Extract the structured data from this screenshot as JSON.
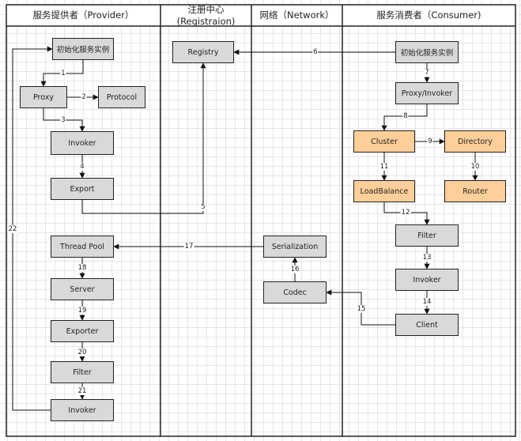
{
  "lanes": [
    {
      "id": "provider",
      "title": "服务提供者（Provider）"
    },
    {
      "id": "registry",
      "title": "注册中心\n(Registraion)"
    },
    {
      "id": "network",
      "title": "网络（Network）"
    },
    {
      "id": "consumer",
      "title": "服务消费者（Consumer)"
    }
  ],
  "colors": {
    "node": "#d9d9d9",
    "highlight": "#ffcf99",
    "line": "#111111"
  },
  "nodes": [
    {
      "id": "p-init",
      "label": "初始化服务实例",
      "style": "gray"
    },
    {
      "id": "p-proxy",
      "label": "Proxy",
      "style": "gray"
    },
    {
      "id": "p-protocol",
      "label": "Protocol",
      "style": "gray"
    },
    {
      "id": "p-invoker",
      "label": "Invoker",
      "style": "gray"
    },
    {
      "id": "p-export",
      "label": "Export",
      "style": "gray"
    },
    {
      "id": "p-threadpool",
      "label": "Thread Pool",
      "style": "gray"
    },
    {
      "id": "p-server",
      "label": "Server",
      "style": "gray"
    },
    {
      "id": "p-exporter",
      "label": "Exporter",
      "style": "gray"
    },
    {
      "id": "p-filter",
      "label": "Filter",
      "style": "gray"
    },
    {
      "id": "p-invoker2",
      "label": "Invoker",
      "style": "gray"
    },
    {
      "id": "r-registry",
      "label": "Registry",
      "style": "gray"
    },
    {
      "id": "n-serialization",
      "label": "Serialization",
      "style": "gray"
    },
    {
      "id": "n-codec",
      "label": "Codec",
      "style": "gray"
    },
    {
      "id": "c-init",
      "label": "初始化服务实例",
      "style": "gray"
    },
    {
      "id": "c-proxy",
      "label": "Proxy/Invoker",
      "style": "gray"
    },
    {
      "id": "c-cluster",
      "label": "Cluster",
      "style": "orange"
    },
    {
      "id": "c-directory",
      "label": "Directory",
      "style": "orange"
    },
    {
      "id": "c-loadbalance",
      "label": "LoadBalance",
      "style": "orange"
    },
    {
      "id": "c-router",
      "label": "Router",
      "style": "orange"
    },
    {
      "id": "c-filter",
      "label": "Filter",
      "style": "gray"
    },
    {
      "id": "c-invoker",
      "label": "Invoker",
      "style": "gray"
    },
    {
      "id": "c-client",
      "label": "Client",
      "style": "gray"
    }
  ],
  "edges": [
    {
      "id": "e1",
      "label": "1",
      "from": "p-init",
      "to": "p-proxy"
    },
    {
      "id": "e2",
      "label": "2",
      "from": "p-proxy",
      "to": "p-protocol"
    },
    {
      "id": "e3",
      "label": "3",
      "from": "p-proxy",
      "to": "p-invoker"
    },
    {
      "id": "e4",
      "label": "4",
      "from": "p-invoker",
      "to": "p-export"
    },
    {
      "id": "e5",
      "label": "5",
      "from": "p-export",
      "to": "r-registry"
    },
    {
      "id": "e6",
      "label": "6",
      "from": "c-init",
      "to": "r-registry"
    },
    {
      "id": "e7",
      "label": "7",
      "from": "c-init",
      "to": "c-proxy"
    },
    {
      "id": "e8",
      "label": "8",
      "from": "c-proxy",
      "to": "c-cluster"
    },
    {
      "id": "e9",
      "label": "9",
      "from": "c-cluster",
      "to": "c-directory"
    },
    {
      "id": "e10",
      "label": "10",
      "from": "c-directory",
      "to": "c-router"
    },
    {
      "id": "e11",
      "label": "11",
      "from": "c-cluster",
      "to": "c-loadbalance"
    },
    {
      "id": "e12",
      "label": "12",
      "from": "c-loadbalance",
      "to": "c-filter"
    },
    {
      "id": "e13",
      "label": "13",
      "from": "c-filter",
      "to": "c-invoker"
    },
    {
      "id": "e14",
      "label": "14",
      "from": "c-invoker",
      "to": "c-client"
    },
    {
      "id": "e15",
      "label": "15",
      "from": "c-client",
      "to": "n-codec"
    },
    {
      "id": "e16",
      "label": "16",
      "from": "n-codec",
      "to": "n-serialization"
    },
    {
      "id": "e17",
      "label": "17",
      "from": "n-serialization",
      "to": "p-threadpool"
    },
    {
      "id": "e18",
      "label": "18",
      "from": "p-threadpool",
      "to": "p-server"
    },
    {
      "id": "e19",
      "label": "19",
      "from": "p-server",
      "to": "p-exporter"
    },
    {
      "id": "e20",
      "label": "20",
      "from": "p-exporter",
      "to": "p-filter"
    },
    {
      "id": "e21",
      "label": "21",
      "from": "p-filter",
      "to": "p-invoker2"
    },
    {
      "id": "e22",
      "label": "22",
      "from": "p-invoker2",
      "to": "p-init"
    }
  ]
}
